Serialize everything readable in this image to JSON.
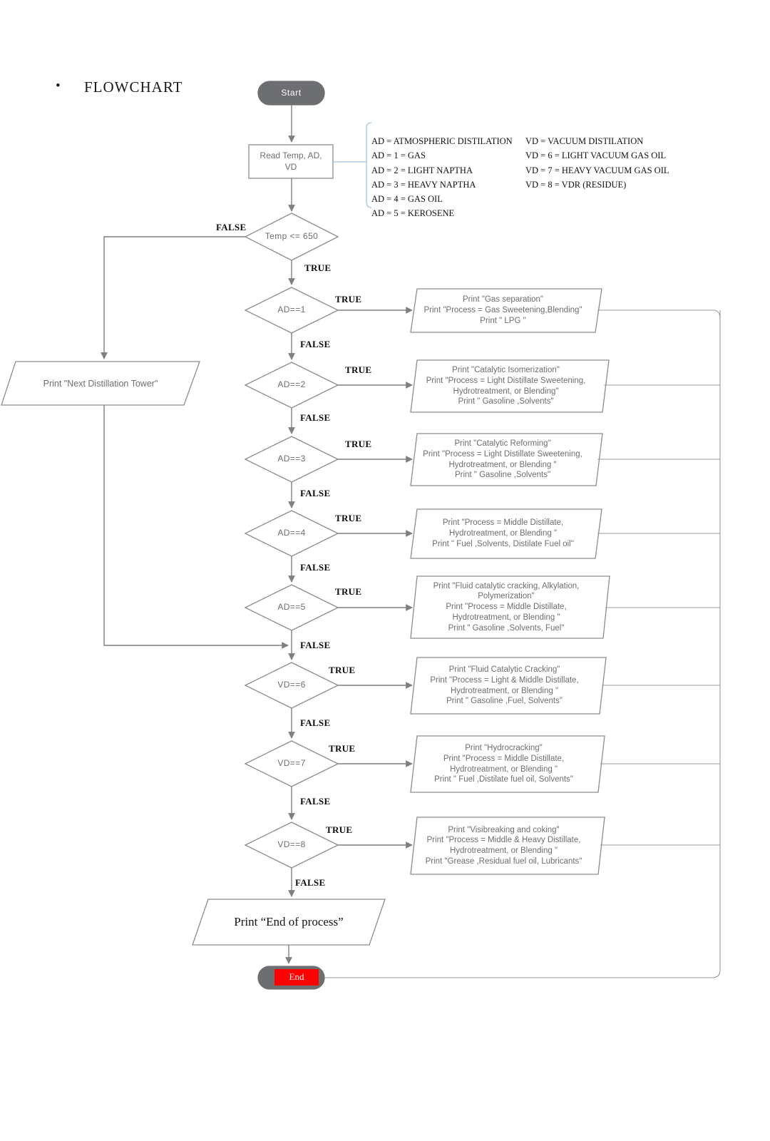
{
  "page": {
    "heading": "FLOWCHART",
    "bullet_glyph": "•"
  },
  "colors": {
    "node_stroke": "#8c8c8c",
    "node_fill": "#ffffff",
    "terminator_fill": "#6d6e71",
    "text_gray": "#6d6e71",
    "end_highlight": "#ff0000",
    "bracket_blue": "#a6c4dd",
    "connector": "#7f7f7f"
  },
  "nodes": {
    "start": {
      "label": "Start",
      "shape": "terminator"
    },
    "read": {
      "label": "Read Temp, AD,\nVD",
      "line1": "Read Temp, AD,",
      "line2": "VD",
      "shape": "process"
    },
    "temp_check": {
      "label": "Temp  <= 650",
      "shape": "decision"
    },
    "next_tower": {
      "label": "Print \"Next Distillation Tower\"",
      "shape": "io"
    },
    "end_of_process": {
      "label": "Print “End of process”",
      "shape": "io"
    },
    "end": {
      "label": "End",
      "shape": "terminator"
    }
  },
  "branch_labels": {
    "true": "TRUE",
    "false": "FALSE"
  },
  "legend": {
    "left_column": [
      "AD = ATMOSPHERIC DISTILATION",
      "AD = 1 = GAS",
      "AD = 2 = LIGHT NAPTHA",
      "AD = 3 = HEAVY NAPTHA",
      "AD = 4 = GAS OIL",
      "AD = 5 = KEROSENE"
    ],
    "right_column": [
      "VD = VACUUM DISTILATION",
      "VD = 6 = LIGHT VACUUM GAS OIL",
      "VD = 7 = HEAVY VACUUM GAS OIL",
      "VD = 8 = VDR (RESIDUE)"
    ]
  },
  "branches": [
    {
      "id": "ad1",
      "condition": "AD==1",
      "true_label": "TRUE",
      "false_label": "FALSE",
      "action_lines": [
        "Print \"Gas separation\"",
        "Print \"Process = Gas Sweetening,Blending\"",
        "Print \" LPG \""
      ]
    },
    {
      "id": "ad2",
      "condition": "AD==2",
      "true_label": "TRUE",
      "false_label": "FALSE",
      "action_lines": [
        "Print \"Catalytic Isomerization\"",
        "Print \"Process = Light Distillate Sweetening,",
        "Hydrotreatment, or Blending\"",
        "Print \" Gasoline ,Solvents\""
      ]
    },
    {
      "id": "ad3",
      "condition": "AD==3",
      "true_label": "TRUE",
      "false_label": "FALSE",
      "action_lines": [
        "Print \"Catalytic Reforming\"",
        "Print \"Process = Light Distillate Sweetening,",
        "Hydrotreatment, or Blending \"",
        "Print \" Gasoline ,Solvents\""
      ]
    },
    {
      "id": "ad4",
      "condition": "AD==4",
      "true_label": "TRUE",
      "false_label": "FALSE",
      "action_lines": [
        "Print \"Process = Middle Distillate,",
        "Hydrotreatment, or Blending \"",
        "Print \" Fuel ,Solvents, Distilate Fuel oil\""
      ]
    },
    {
      "id": "ad5",
      "condition": "AD==5",
      "true_label": "TRUE",
      "false_label": "FALSE",
      "action_lines": [
        "Print \"Fluid catalytic cracking, Alkylation,",
        "Polymerization\"",
        "Print \"Process = Middle Distillate,",
        "Hydrotreatment, or Blending \"",
        "Print \" Gasoline ,Solvents, Fuel\""
      ]
    },
    {
      "id": "vd6",
      "condition": "VD==6",
      "true_label": "TRUE",
      "false_label": "FALSE",
      "action_lines": [
        "Print \"Fluid Catalytic Cracking\"",
        "Print \"Process = Light & Middle Distillate,",
        "Hydrotreatment, or Blending \"",
        "Print \" Gasoline ,Fuel, Solvents\""
      ]
    },
    {
      "id": "vd7",
      "condition": "VD==7",
      "true_label": "TRUE",
      "false_label": "FALSE",
      "action_lines": [
        "Print \"Hydrocracking\"",
        "Print \"Process = Middle Distillate,",
        "Hydrotreatment, or Blending \"",
        "Print \" Fuel ,Distilate fuel oil, Solvents\""
      ]
    },
    {
      "id": "vd8",
      "condition": "VD==8",
      "true_label": "TRUE",
      "false_label": "FALSE",
      "action_lines": [
        "Print \"Visibreaking and coking\"",
        "Print \"Process = Middle & Heavy Distillate,",
        "Hydrotreatment, or Blending \"",
        "Print \"Grease ,Residual fuel oil, Lubricants\""
      ]
    }
  ]
}
